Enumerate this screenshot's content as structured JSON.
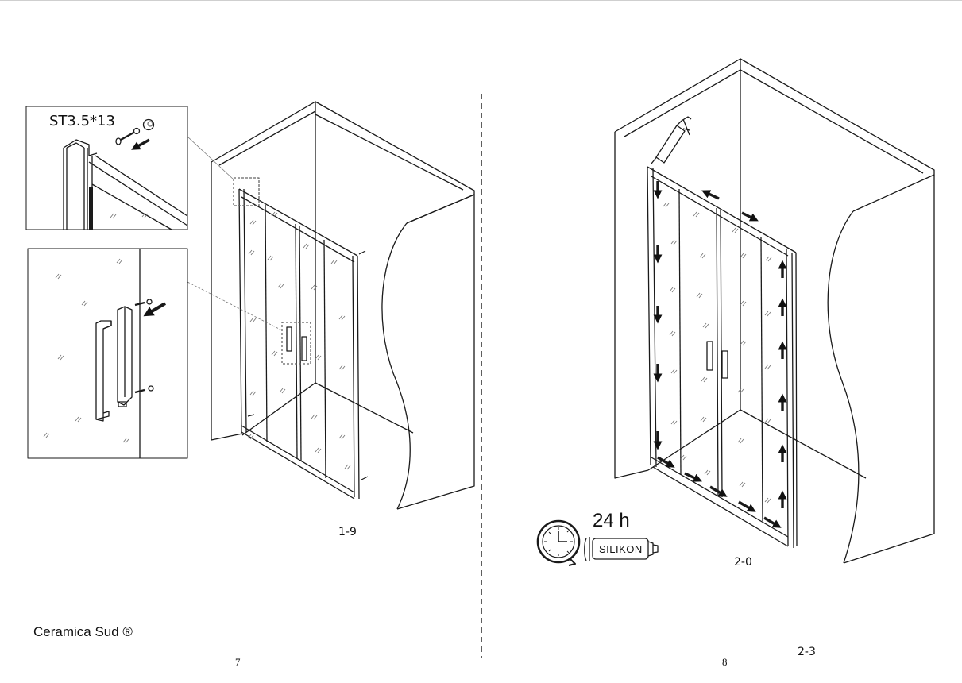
{
  "left_page": {
    "screw_spec": "ST3.5*13",
    "step_number": "1-9",
    "brand": "Ceramica Sud ®",
    "page_number": "7"
  },
  "right_page": {
    "cure_time": "24 h",
    "sealant_label": "SILIKON",
    "step_number": "2-0",
    "corner_step": "2-3",
    "page_number": "8"
  },
  "icons": [
    "screw-icon",
    "washer-icon",
    "cap-icon",
    "arrow-icon",
    "silicone-gun-icon",
    "clock-icon",
    "silicone-tube-icon"
  ],
  "colors": {
    "line": "#1a1a1a",
    "background": "#ffffff"
  }
}
